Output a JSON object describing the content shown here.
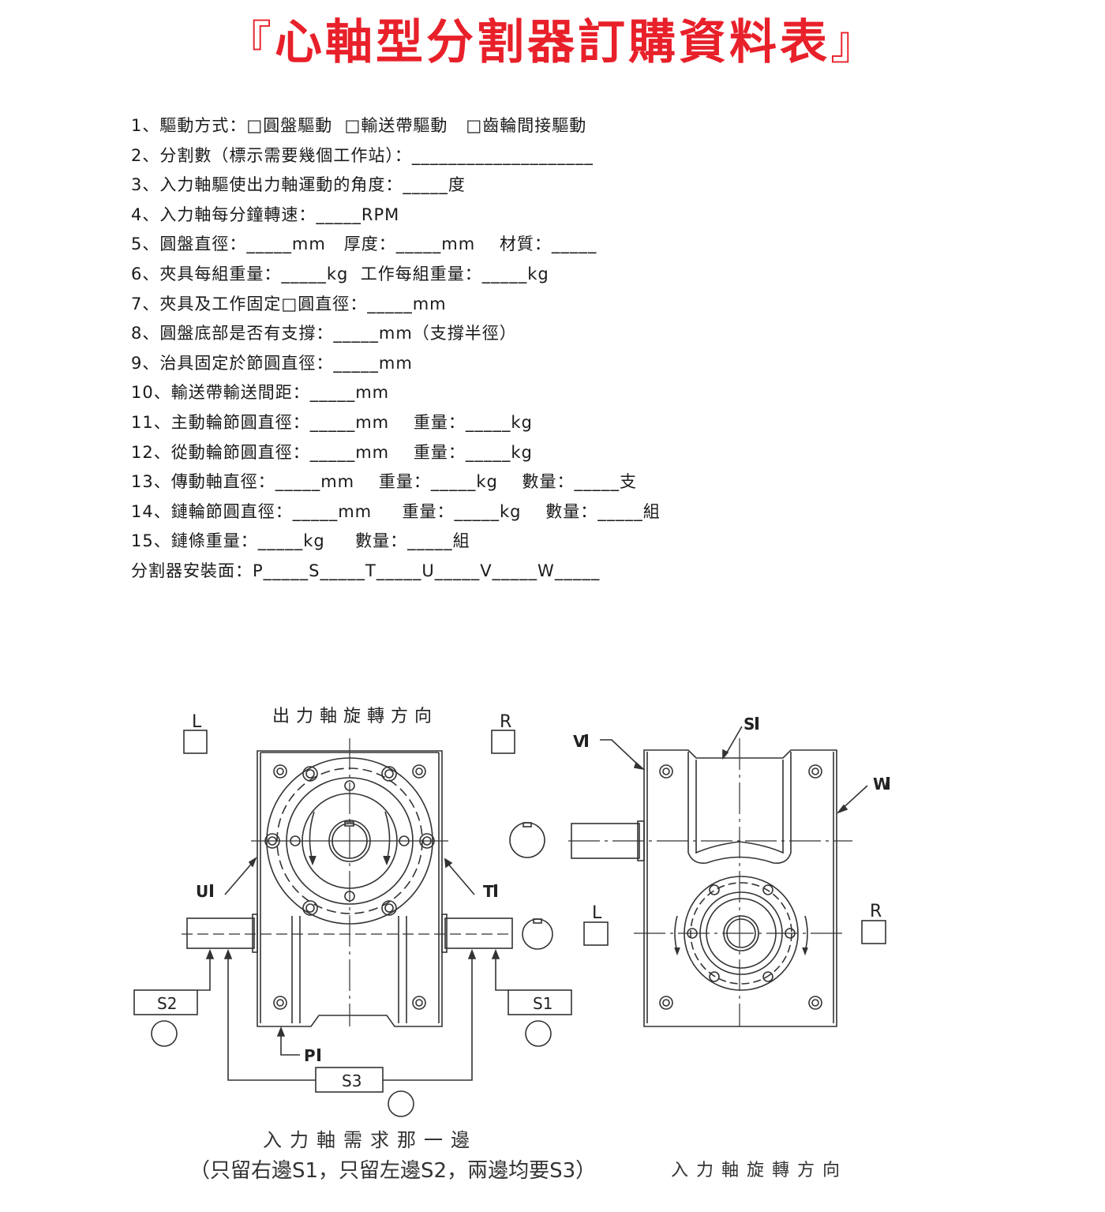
{
  "title": {
    "open_bracket": "『",
    "text": "心軸型分割器訂購資料表",
    "close_bracket": "』",
    "color": "#e8202a"
  },
  "items": [
    "1、驅動方式：□圓盤驅動  □輸送帶驅動   □齒輪間接驅動",
    "2、分割數（標示需要幾個工作站）：____________________",
    "3、入力軸驅使出力軸運動的角度：_____度",
    "4、入力軸每分鐘轉速：_____RPM",
    "5、圓盤直徑：_____mm   厚度：_____mm    材質：_____",
    "6、夾具每組重量：_____kg  工作每組重量：_____kg",
    "7、夾具及工作固定□圓直徑：_____mm",
    "8、圓盤底部是否有支撐：_____mm（支撐半徑）",
    "9、治具固定於節圓直徑：_____mm",
    "10、輸送帶輸送間距：_____mm",
    "11、主動輪節圓直徑：_____mm    重量：_____kg",
    "12、從動輪節圓直徑：_____mm    重量：_____kg",
    "13、傳動軸直徑：_____mm    重量：_____kg    數量：_____支",
    "14、鏈輪節圓直徑：_____mm     重量：_____kg    數量：_____組",
    "15、鏈條重量：_____kg     數量：_____組",
    "分割器安裝面：P_____S_____T_____U_____V_____W_____"
  ],
  "diagram": {
    "front_view": {
      "heading": "出力軸旋轉方向",
      "label_L": "L",
      "label_R": "R",
      "label_U": "U",
      "label_T": "T",
      "label_P": "P",
      "box_S1": "S1",
      "box_S2": "S2",
      "box_S3": "S3",
      "caption_line1": "入力軸需求那一邊",
      "caption_line2": "（只留右邊S1，只留左邊S2，兩邊均要S3）"
    },
    "side_view": {
      "label_V": "V",
      "label_S": "S",
      "label_W": "W",
      "label_L": "L",
      "label_R": "R",
      "caption": "入力軸旋轉方向"
    }
  }
}
